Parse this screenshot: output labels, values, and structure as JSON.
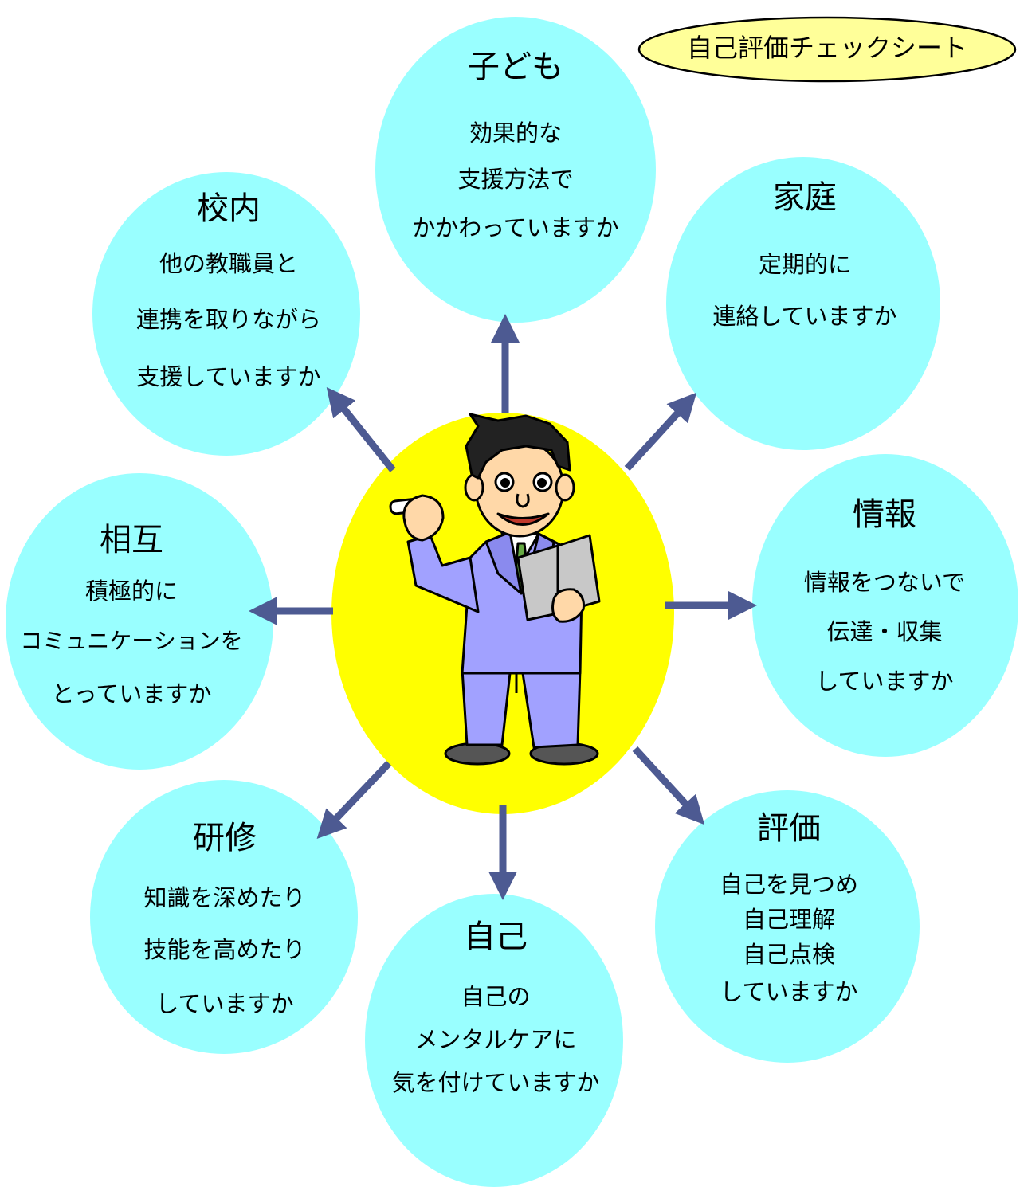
{
  "badge": {
    "label": "自己評価チェックシート"
  },
  "center": {
    "figure": "teacher-holding-book-and-chalk"
  },
  "bubbles": {
    "kodomo": {
      "title": "子ども",
      "lines": [
        "効果的な",
        "支援方法で",
        "かかわっていますか"
      ]
    },
    "katei": {
      "title": "家庭",
      "lines": [
        "定期的に",
        "連絡していますか"
      ]
    },
    "jouhou": {
      "title": "情報",
      "lines": [
        "情報をつないで",
        "伝達・収集",
        "していますか"
      ]
    },
    "hyouka": {
      "title": "評価",
      "lines": [
        "自己を見つめ",
        "自己理解",
        "自己点検",
        "していますか"
      ]
    },
    "jiko": {
      "title": "自己",
      "lines": [
        "自己の",
        "メンタルケアに",
        "気を付けていますか"
      ]
    },
    "kenshu": {
      "title": "研修",
      "lines": [
        "知識を深めたり",
        "技能を高めたり",
        "していますか"
      ]
    },
    "sougo": {
      "title": "相互",
      "lines": [
        "積極的に",
        "コミュニケーションを",
        "とっていますか"
      ]
    },
    "kounai": {
      "title": "校内",
      "lines": [
        "他の教職員と",
        "連携を取りながら",
        "支援していますか"
      ]
    }
  },
  "colors": {
    "bubble": "#99ffff",
    "center": "#ffff00",
    "arrow": "#4d5a92",
    "badge": "#ffff99"
  }
}
